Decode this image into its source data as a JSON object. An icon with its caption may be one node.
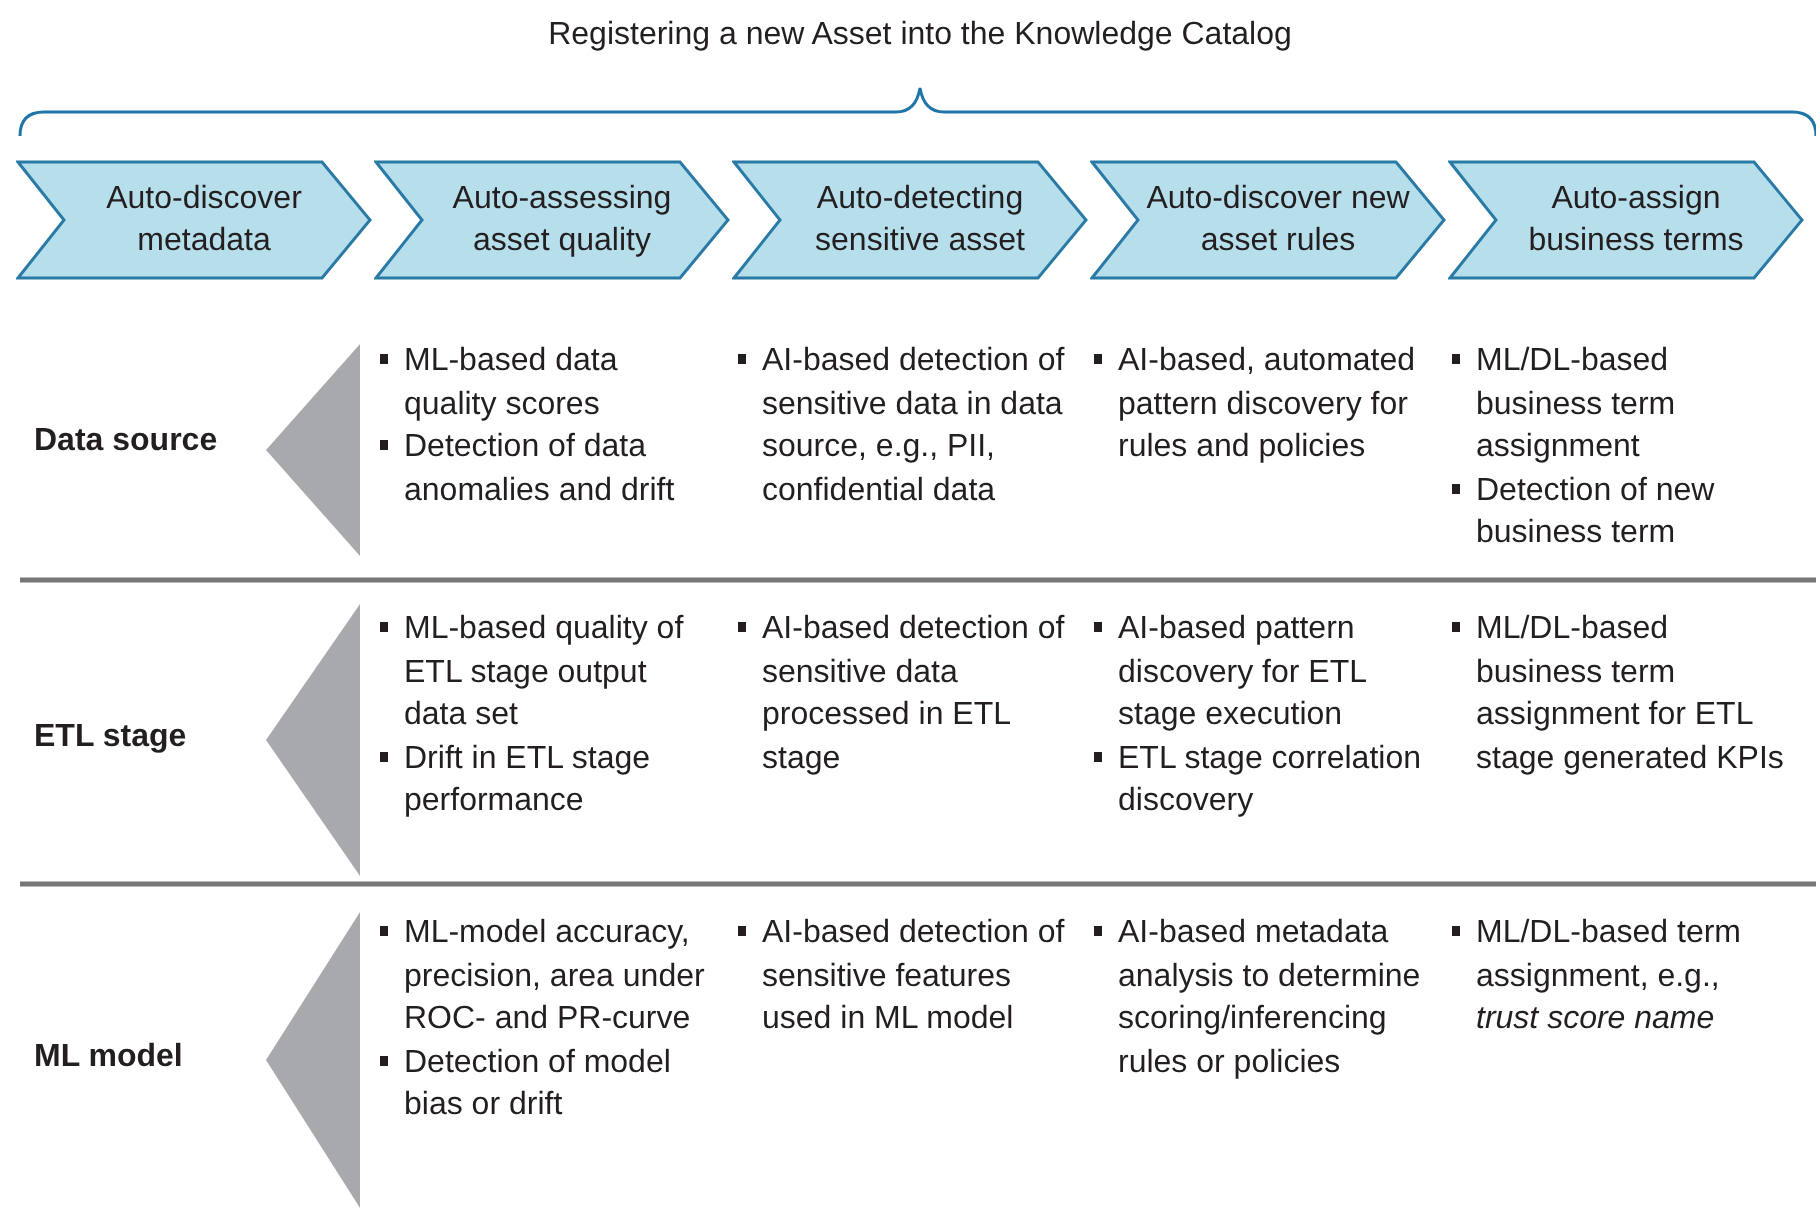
{
  "diagram": {
    "title": "Registering a new Asset into the Knowledge Catalog",
    "nodes": [
      {
        "text": [
          "Auto-discover metadata"
        ]
      },
      {
        "text": [
          "Auto-assessing asset quality"
        ]
      },
      {
        "text": [
          "Auto-detecting sensitive asset"
        ]
      },
      {
        "text": [
          "Auto-discover new asset rules"
        ]
      },
      {
        "text": [
          "Auto-assign business terms"
        ]
      },
      {
        "text": [],
        "shape": "triangle",
        "beside": [
          "Data source"
        ]
      },
      {
        "text": [],
        "shape": "triangle",
        "beside": [
          "ETL stage"
        ]
      },
      {
        "text": [],
        "shape": "triangle",
        "beside": [
          "ML model"
        ]
      }
    ],
    "labels": [
      "ML-based data quality scores",
      "Detection of data anomalies and drift",
      "AI-based detection of sensitive data in data source, e.g., PII, confidential data",
      "AI-based, automated pattern discovery for rules and policies",
      "ML/DL-based business term assignment",
      "Detection of new business term",
      "ML-based quality of ETL stage output data set",
      "Drift in ETL stage performance",
      "AI-based detection of sensitive data processed in ETL stage",
      "AI-based pattern discovery for ETL stage execution",
      "ETL stage correlation discovery",
      "ML/DL-based business term assignment for ETL stage generated KPIs",
      "ML-model accuracy, precision, area under ROC- and PR-curve",
      "Detection of model bias or drift",
      "AI-based detection of sensitive features used in ML model",
      "AI-based metadata analysis to determine scoring/inferencing rules or policies",
      "ML/DL-based term assignment, e.g., *trust score name*"
    ]
  }
}
